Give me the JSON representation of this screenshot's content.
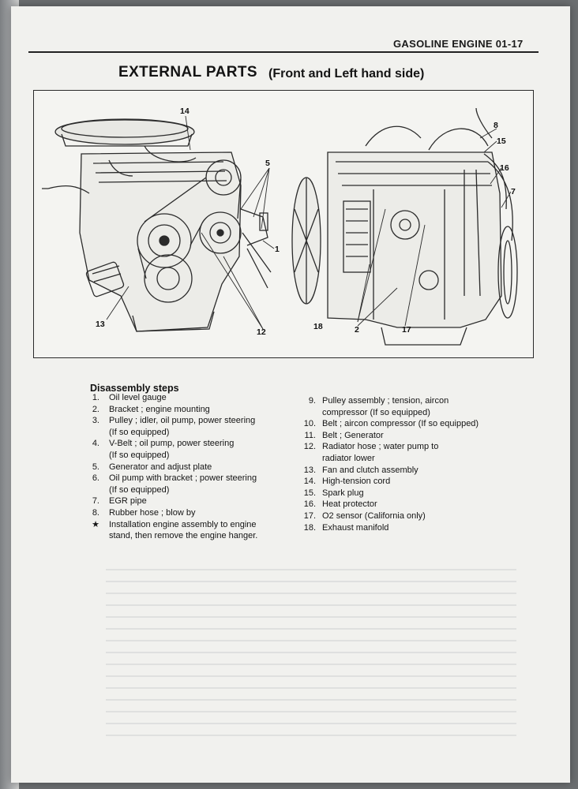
{
  "header": {
    "running_head": "GASOLINE ENGINE 01-17"
  },
  "page_title": "EXTERNAL PARTS",
  "page_subtitle": "(Front and Left hand side)",
  "figure": {
    "callouts": {
      "c14": "14",
      "c5": "5",
      "c1": "1",
      "c12": "12",
      "c13": "13",
      "c8": "8",
      "c15": "15",
      "c16": "16",
      "c7": "7",
      "c18": "18",
      "c2": "2",
      "c17": "17"
    }
  },
  "disassembly": {
    "title": "Disassembly steps",
    "left": [
      {
        "num": "1.",
        "lines": [
          "Oil level gauge"
        ]
      },
      {
        "num": "2.",
        "lines": [
          "Bracket ; engine mounting"
        ]
      },
      {
        "num": "3.",
        "lines": [
          "Pulley ; idler, oil pump, power steering",
          "(If so equipped)"
        ]
      },
      {
        "num": "4.",
        "lines": [
          "V-Belt ; oil pump, power steering",
          "(If so equipped)"
        ]
      },
      {
        "num": "5.",
        "lines": [
          "Generator and adjust plate"
        ]
      },
      {
        "num": "6.",
        "lines": [
          "Oil pump with bracket ; power steering",
          "(If so equipped)"
        ]
      },
      {
        "num": "7.",
        "lines": [
          "EGR pipe"
        ]
      },
      {
        "num": "8.",
        "lines": [
          "Rubber hose ; blow by"
        ]
      },
      {
        "num": "★",
        "lines": [
          "Installation engine assembly to engine",
          "stand, then remove the engine hanger."
        ]
      }
    ],
    "right": [
      {
        "num": "9.",
        "lines": [
          "Pulley assembly ; tension, aircon",
          "compressor (If so equipped)"
        ]
      },
      {
        "num": "10.",
        "lines": [
          "Belt ; aircon compressor (If so equipped)"
        ]
      },
      {
        "num": "11.",
        "lines": [
          "Belt ; Generator"
        ]
      },
      {
        "num": "12.",
        "lines": [
          "Radiator hose ; water pump to",
          "radiator lower"
        ]
      },
      {
        "num": "13.",
        "lines": [
          "Fan and clutch assembly"
        ]
      },
      {
        "num": "14.",
        "lines": [
          "High-tension cord"
        ]
      },
      {
        "num": "15.",
        "lines": [
          "Spark plug"
        ]
      },
      {
        "num": "16.",
        "lines": [
          "Heat protector"
        ]
      },
      {
        "num": "17.",
        "lines": [
          "O2 sensor (California only)"
        ]
      },
      {
        "num": "18.",
        "lines": [
          "Exhaust manifold"
        ]
      }
    ]
  }
}
